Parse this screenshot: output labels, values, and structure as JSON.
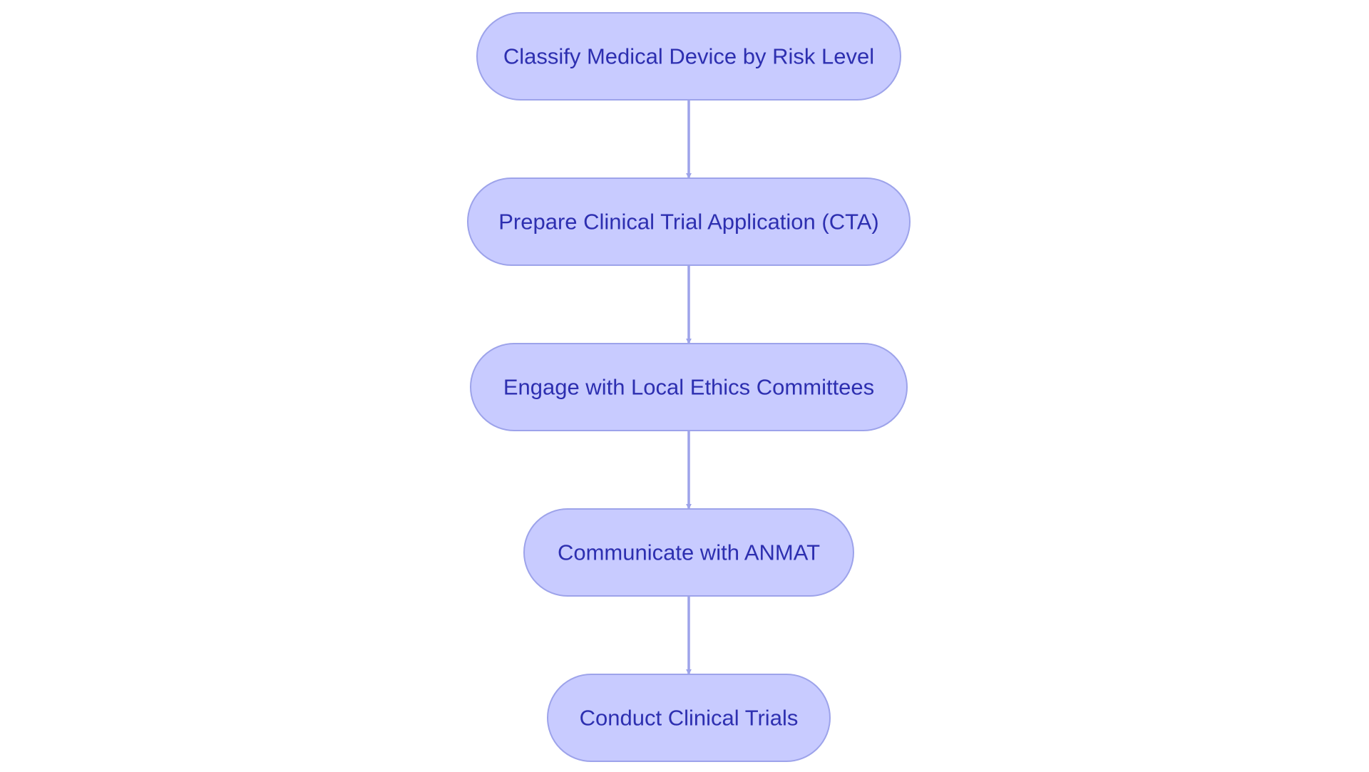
{
  "diagram": {
    "type": "flowchart",
    "direction": "top-to-bottom",
    "colors": {
      "node_fill": "#c8cbff",
      "node_stroke": "#9da3ea",
      "node_text": "#2d2fb0",
      "edge": "#9da3ea",
      "background": "#ffffff"
    },
    "nodes": [
      {
        "id": "n1",
        "label": "Classify Medical Device by Risk Level"
      },
      {
        "id": "n2",
        "label": "Prepare Clinical Trial Application (CTA)"
      },
      {
        "id": "n3",
        "label": "Engage with Local Ethics Committees"
      },
      {
        "id": "n4",
        "label": "Communicate with ANMAT"
      },
      {
        "id": "n5",
        "label": "Conduct Clinical Trials"
      }
    ],
    "edges": [
      {
        "from": "n1",
        "to": "n2"
      },
      {
        "from": "n2",
        "to": "n3"
      },
      {
        "from": "n3",
        "to": "n4"
      },
      {
        "from": "n4",
        "to": "n5"
      }
    ]
  }
}
